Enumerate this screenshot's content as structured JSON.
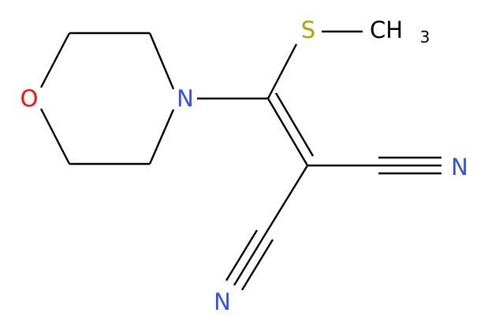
{
  "molecule": {
    "atoms": {
      "oxygen": "O",
      "morpholine_nitrogen": "N",
      "sulfur": "S",
      "methyl_group": "CH",
      "methyl_subscript": "3",
      "nitrile_nitrogen_right": "N",
      "nitrile_nitrogen_bottom": "N"
    },
    "colors": {
      "oxygen": "#ff0d0d",
      "nitrogen": "#3050f8",
      "sulfur": "#b2a200",
      "carbon": "#000000",
      "bond": "#000000"
    }
  }
}
